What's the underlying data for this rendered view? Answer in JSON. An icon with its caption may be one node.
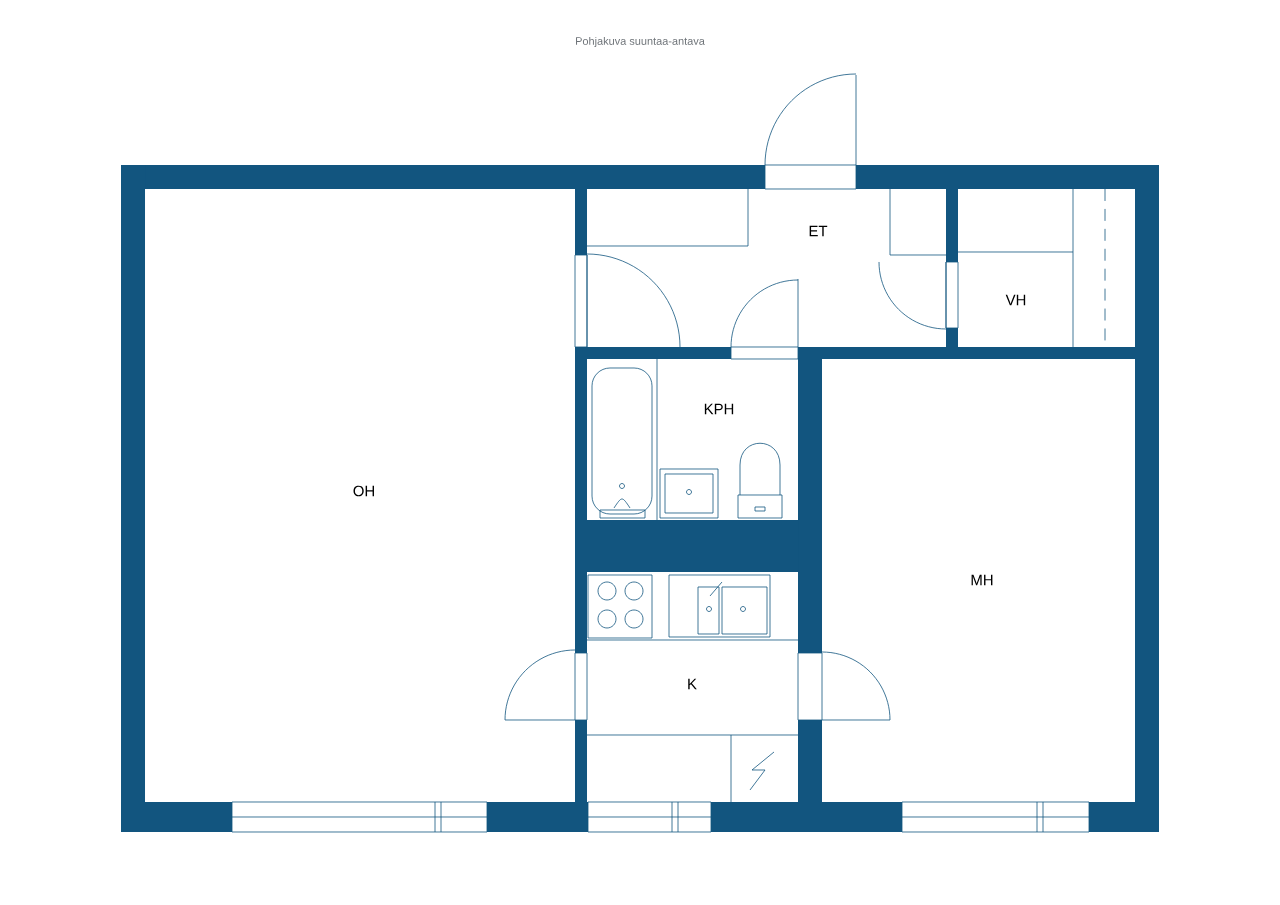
{
  "diagram": {
    "title": "Pohjakuva suuntaa-antava",
    "labels": [
      "ET",
      "VH",
      "KPH",
      "OH",
      "MH",
      "K"
    ]
  }
}
